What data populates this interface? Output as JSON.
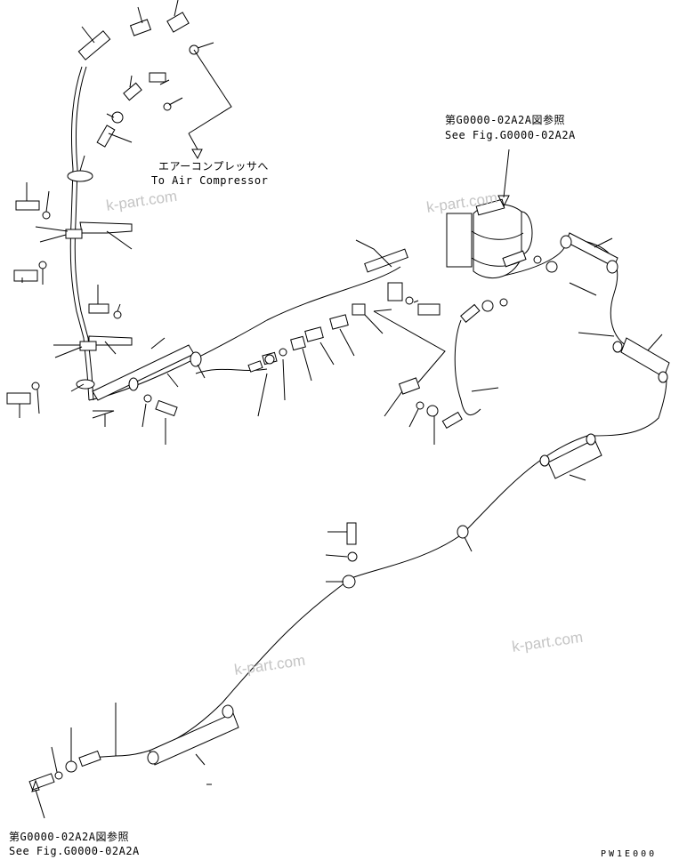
{
  "callouts": {
    "top_ref_jp": "第G0000-02A2A図参照",
    "top_ref_en": "See Fig.G0000-02A2A",
    "compressor_jp": "エアーコンプレッサへ",
    "compressor_en": "To Air Compressor",
    "bottom_ref_jp": "第G0000-02A2A図参照",
    "bottom_ref_en": "See Fig.G0000-02A2A"
  },
  "watermark": "k-part.com",
  "drawing_code": "PW1E000"
}
